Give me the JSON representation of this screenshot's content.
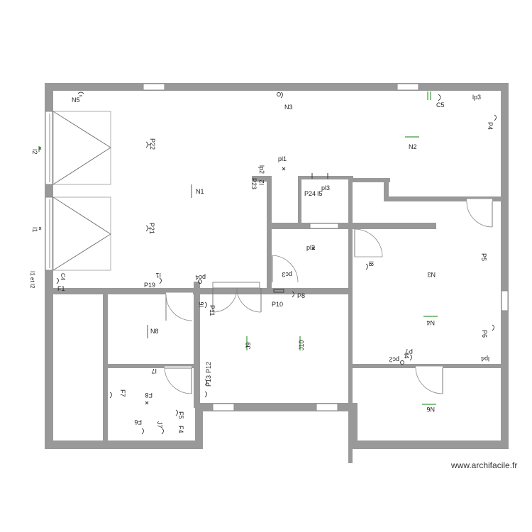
{
  "credit": "www.archifacile.fr",
  "labels": {
    "N5": "N5",
    "N3_top": "N3",
    "C5": "C5",
    "lp3": "lp3",
    "P4": "P4",
    "N2": "N2",
    "I2_left": "I2",
    "P22": "P22",
    "pl1": "pl1",
    "lp2": "lp2",
    "P23": "P23",
    "I2_mid": "I2",
    "N1": "N1",
    "P24": "P24",
    "I5": "I5",
    "pl3": "pl3",
    "I1_left": "I1",
    "P21": "P21",
    "I1_et_I2": "I1 et I2",
    "C4": "C4",
    "F1": "F1",
    "P19": "P19",
    "I1": "I1",
    "pc4": "pc4",
    "pl2": "pl2",
    "pc3": "pc3",
    "I8": "I8",
    "P5": "P5",
    "N3_right": "N3",
    "P8": "P8",
    "P10": "P10",
    "P11": "P11",
    "I6": "I6",
    "N8": "N8",
    "J9": "J9",
    "J10": "J10",
    "N4": "N4",
    "P6": "P6",
    "P7": "P7",
    "I4": "I4",
    "pc2": "pc2",
    "lp4": "lp4",
    "I7": "I7",
    "P12": "P12",
    "P13": "P13",
    "F7": "F7",
    "F8": "F8",
    "F6": "F6",
    "J7": "J7",
    "F5": "F5",
    "F4": "F4",
    "N6": "N6"
  }
}
